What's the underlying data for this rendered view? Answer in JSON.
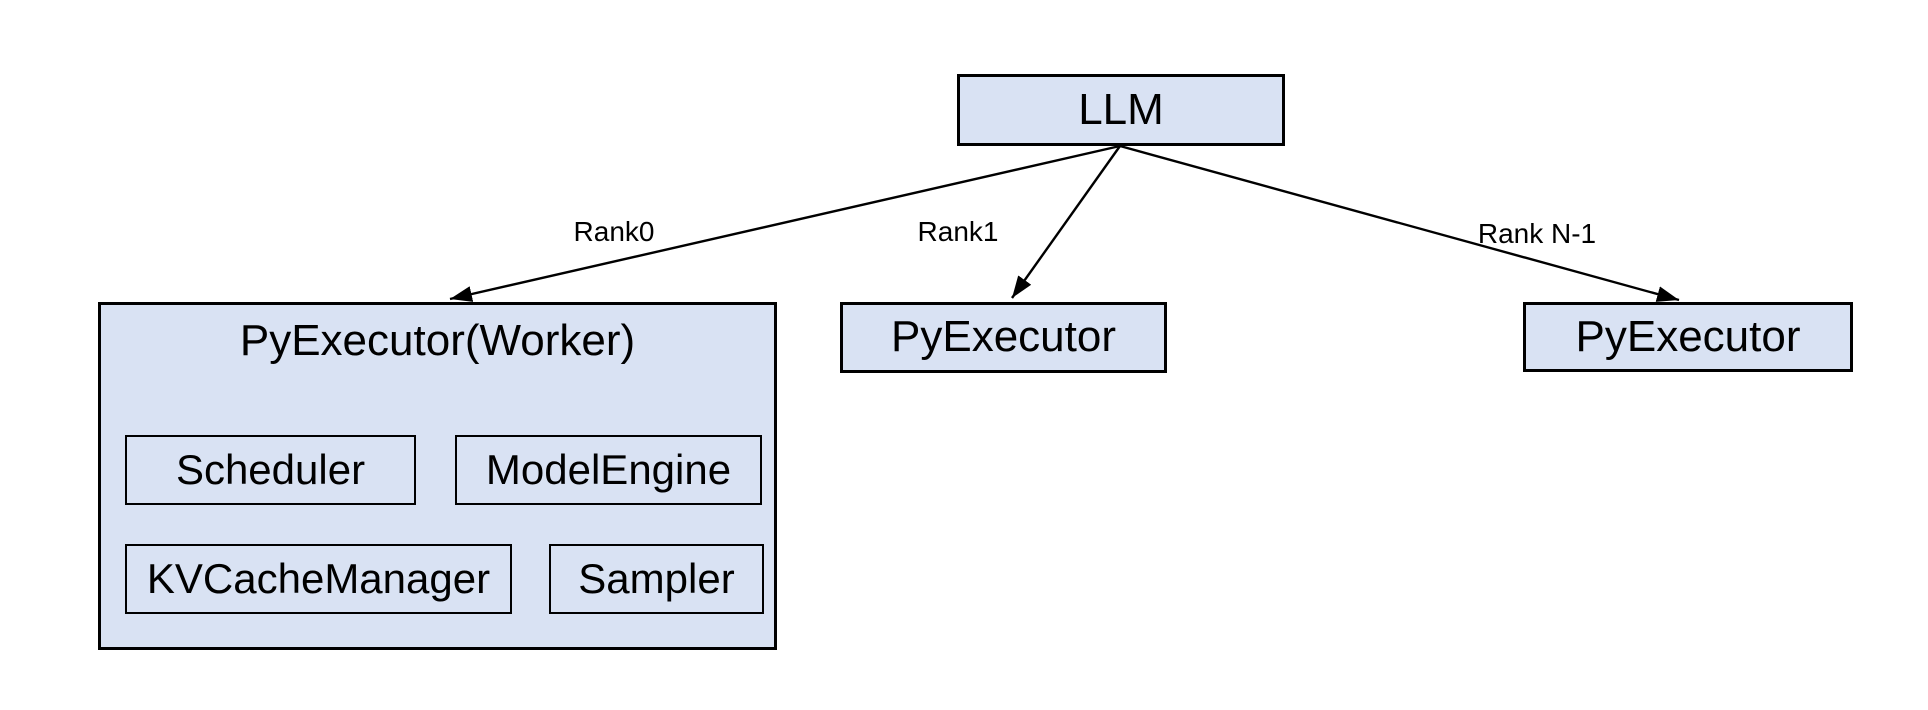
{
  "diagram": {
    "root": {
      "label": "LLM"
    },
    "edges": [
      {
        "label": "Rank0"
      },
      {
        "label": "Rank1"
      },
      {
        "label": "Rank N-1"
      }
    ],
    "workers": {
      "rank0": {
        "title": "PyExecutor(Worker)",
        "components": [
          "Scheduler",
          "ModelEngine",
          "KVCacheManager",
          "Sampler"
        ]
      },
      "rank1": {
        "title": "PyExecutor"
      },
      "rank_n_minus_1": {
        "title": "PyExecutor"
      }
    },
    "colors": {
      "canvas_bg": "#ffffff",
      "box_fill": "#d9e2f3",
      "box_border": "#000000",
      "line_color": "#000000",
      "text_color": "#000000"
    }
  }
}
